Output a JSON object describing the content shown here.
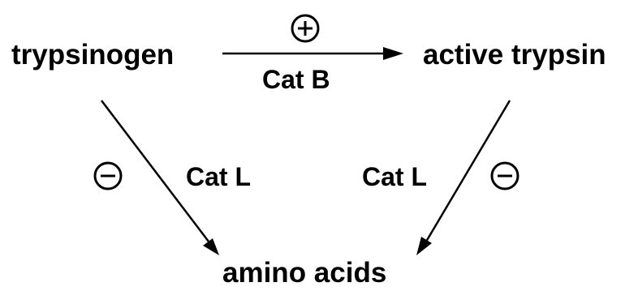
{
  "nodes": {
    "trypsinogen": "trypsinogen",
    "active_trypsin": "active trypsin",
    "amino_acids": "amino acids"
  },
  "edges": {
    "activation": {
      "enzyme": "Cat B",
      "sign": "+",
      "sign_name": "plus-sign-icon"
    },
    "degradation_left": {
      "enzyme": "Cat L",
      "sign": "−",
      "sign_name": "minus-sign-icon"
    },
    "degradation_right": {
      "enzyme": "Cat L",
      "sign": "−",
      "sign_name": "minus-sign-icon"
    }
  }
}
